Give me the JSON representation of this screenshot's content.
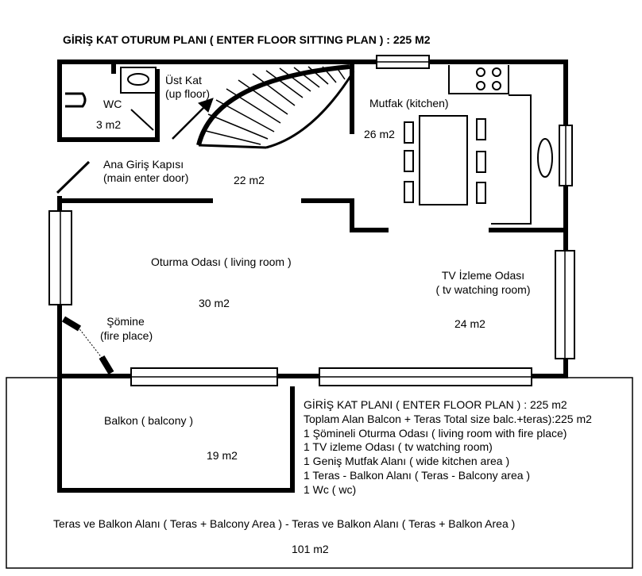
{
  "title": "GİRİŞ KAT OTURUM PLANI ( ENTER FLOOR SITTING PLAN ) : 225 M2",
  "rooms": {
    "wc": {
      "name": "WC",
      "area": "3 m2"
    },
    "upstairs": {
      "line1": "Üst Kat",
      "line2": "(up floor)"
    },
    "entrance": {
      "line1": "Ana Giriş Kapısı",
      "line2": "(main enter door)"
    },
    "hall": {
      "area": "22  m2"
    },
    "kitchen": {
      "name": "Mutfak (kitchen)",
      "area": "26 m2"
    },
    "living": {
      "name": "Oturma Odası  ( living room )",
      "area": "30 m2"
    },
    "fireplace": {
      "line1": "Şömine",
      "line2": "(fire place)"
    },
    "tv": {
      "line1": "TV İzleme Odası",
      "line2": "( tv watching room)",
      "area": "24 m2"
    },
    "balcony": {
      "name": "Balkon ( balcony )",
      "area": "19 m2"
    },
    "terrace": {
      "name": "Teras ve Balkon Alanı ( Teras + Balcony Area )   -  Teras ve Balkon Alanı ( Teras + Balkon Area )",
      "area": "101 m2"
    }
  },
  "summary": [
    "GİRİŞ KAT PLANI ( ENTER FLOOR PLAN )   : 225 m2",
    " Toplam Alan Balcon + Teras Total size balc.+teras):225 m2",
    "1 Şömineli Oturma Odası ( living room with fire place)",
    "1 TV izleme Odası ( tv watching room)",
    "1 Geniş Mutfak Alanı ( wide kitchen area )",
    "1 Teras - Balkon Alanı ( Teras - Balcony area )",
    "1 Wc ( wc)"
  ]
}
